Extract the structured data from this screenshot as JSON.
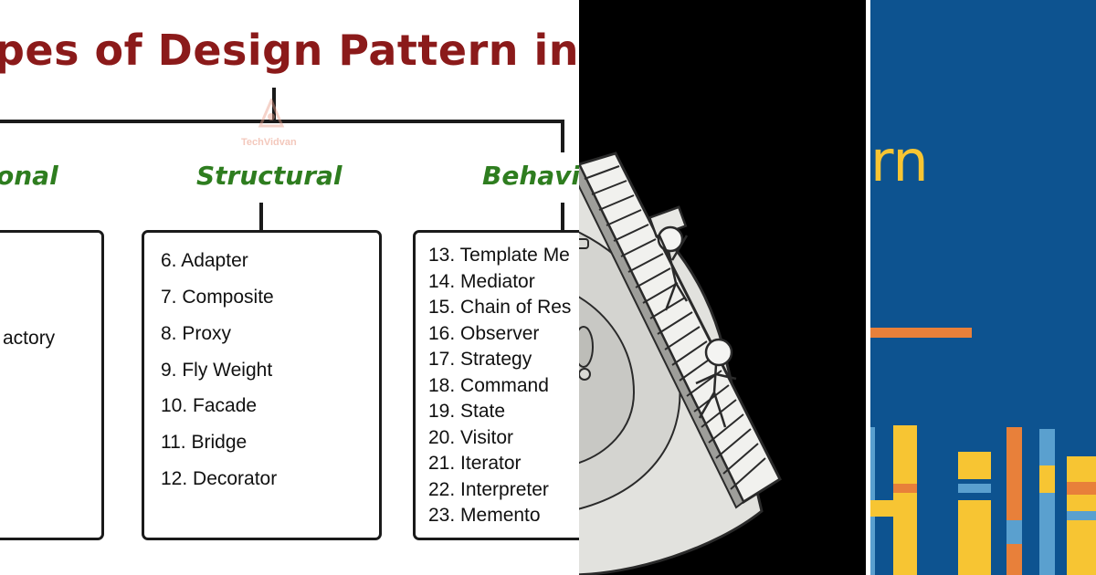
{
  "diagram": {
    "title": "pes of Design Pattern in Jav",
    "watermark": "TechVidvan",
    "categories": {
      "creational": "onal",
      "structural": "Structural",
      "behavioral": "Behavio"
    },
    "creational_items": [
      "actory"
    ],
    "structural_items": [
      "6. Adapter",
      "7. Composite",
      "8. Proxy",
      "9. Fly Weight",
      "10. Facade",
      "11. Bridge",
      "12. Decorator"
    ],
    "behavioral_items": [
      "13. Template Me",
      "14. Mediator",
      "15. Chain of Res",
      "16. Observer",
      "17. Strategy",
      "18. Command",
      "19. State",
      "20. Visitor",
      "21. Iterator",
      "22. Interpreter",
      "23. Memento"
    ]
  },
  "right_panel": {
    "text": "rn",
    "colors": {
      "background": "#0d5390",
      "yellow": "#f7c533",
      "orange": "#e8803a",
      "light_blue": "#5aa0cf"
    }
  },
  "colors": {
    "title": "#8b1a1a",
    "category": "#2e7d1f"
  }
}
